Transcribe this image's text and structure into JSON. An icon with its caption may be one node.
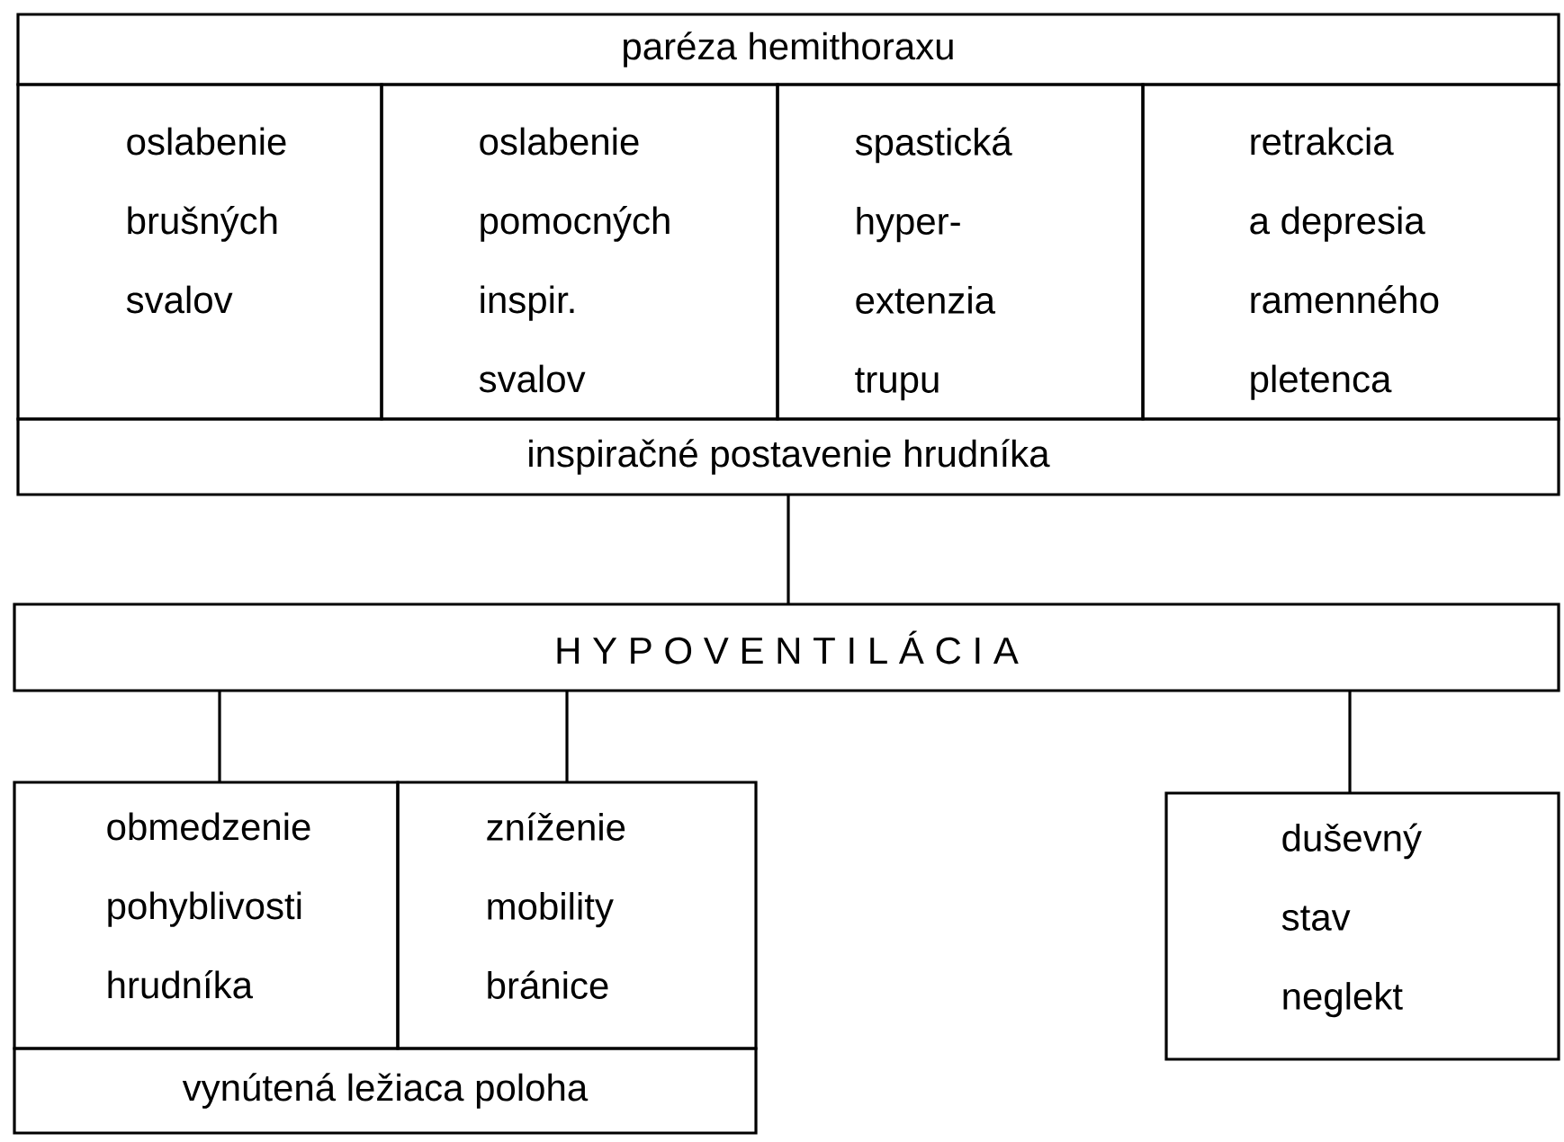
{
  "diagram": {
    "nodes": [
      {
        "text": [
          "paréza hemithoraxu"
        ]
      },
      {
        "text": [
          "oslabenie brušných svalov"
        ]
      },
      {
        "text": [
          "oslabenie pomocných inspir. svalov"
        ]
      },
      {
        "text": [
          "spastická hyper- extenzia trupu"
        ]
      },
      {
        "text": [
          "retrakcia a depresia ramenného pletenca"
        ]
      },
      {
        "text": [
          "inspiračné postavenie hrudníka"
        ]
      },
      {
        "text": [
          "H Y P O V E N T I L Á C I A"
        ]
      },
      {
        "text": [
          "obmedzenie pohyblivosti hrudníka"
        ]
      },
      {
        "text": [
          "zníženie mobility bránice"
        ]
      },
      {
        "text": [
          "vynútená ležiaca poloha"
        ]
      },
      {
        "text": [
          "duševný stav neglekt"
        ]
      }
    ],
    "edges": [
      {
        "from": 5,
        "to": 6,
        "arrow": "none"
      },
      {
        "from": 6,
        "to": 7,
        "arrow": "none"
      },
      {
        "from": 6,
        "to": 8,
        "arrow": "none"
      },
      {
        "from": 6,
        "to": 10,
        "arrow": "none"
      }
    ]
  }
}
